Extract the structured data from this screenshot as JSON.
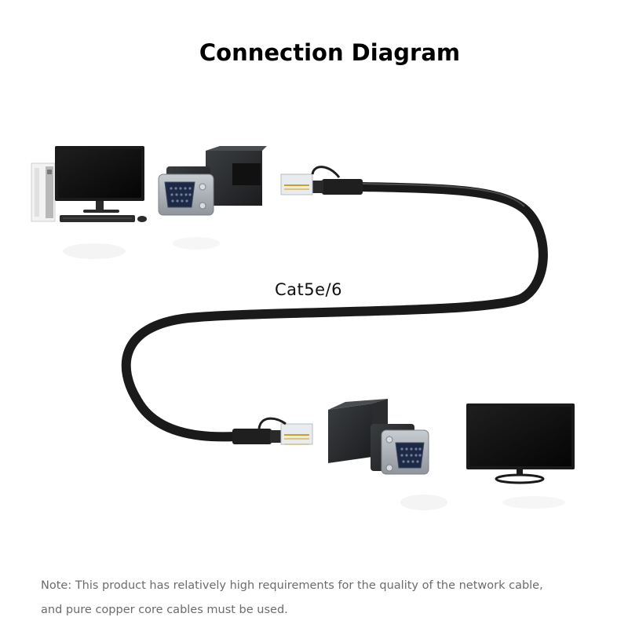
{
  "title": "Connection Diagram",
  "cable_label": "Cat5e/6",
  "note": {
    "line1": "Note: This product has relatively high requirements for the quality of the network cable,",
    "line2": "and pure copper core cables must be used."
  }
}
